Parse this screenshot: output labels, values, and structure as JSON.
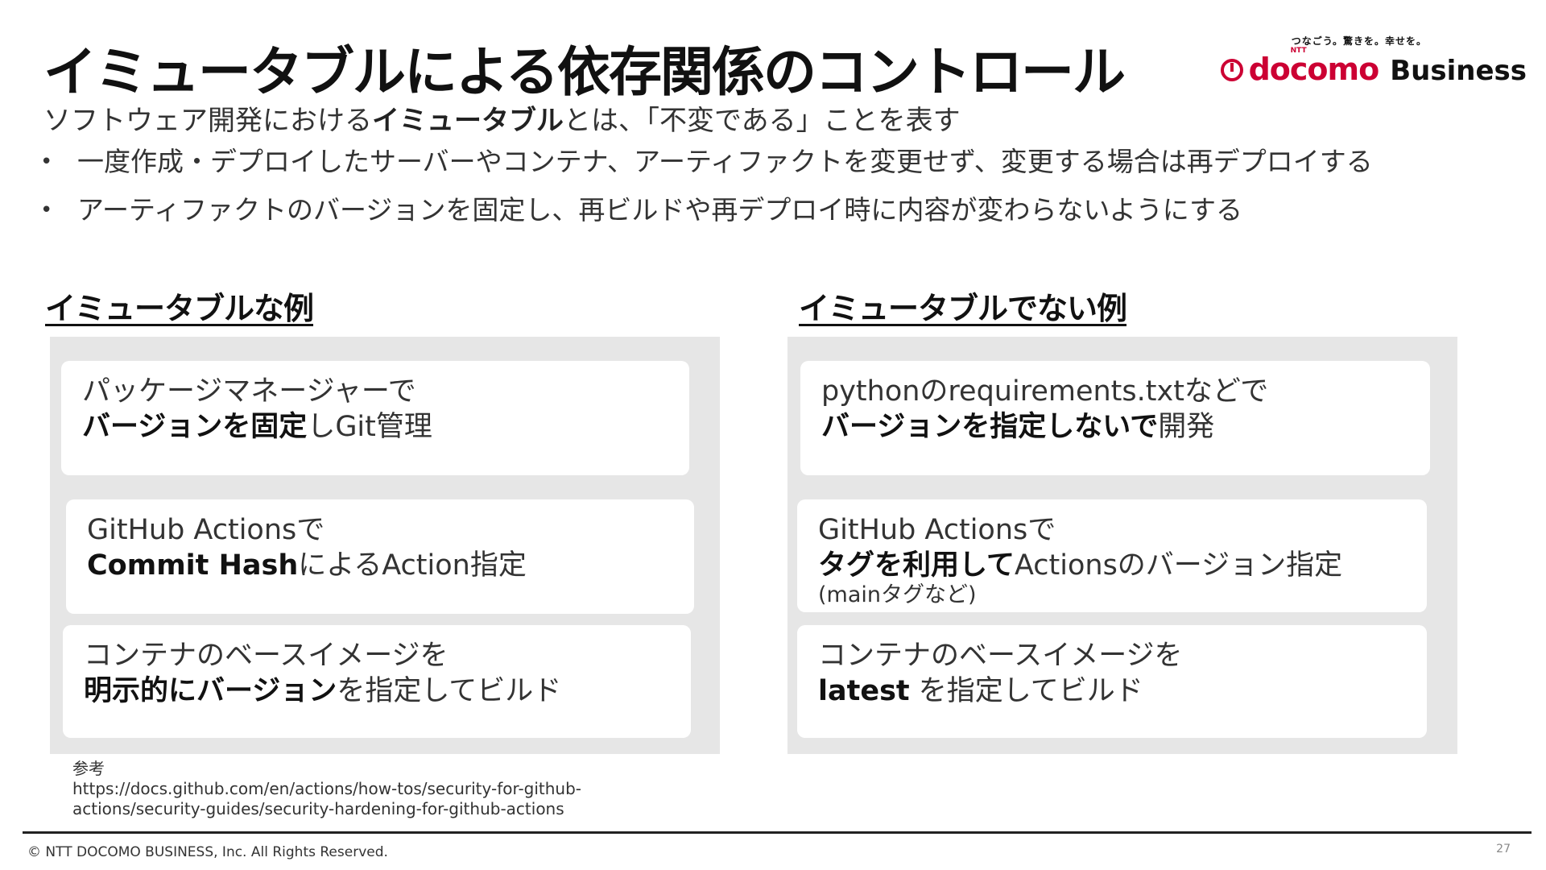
{
  "title": "イミュータブルによる依存関係のコントロール",
  "logo": {
    "tagline": "つなごう。驚きを。幸せを。",
    "ntt": "NTT",
    "brand": "docomo",
    "brand_suffix": "Business",
    "color": "#cc0033"
  },
  "subtitle": {
    "prefix": "ソフトウェア開発における",
    "bold": "イミュータブル",
    "suffix": "とは、「不変である」ことを表す"
  },
  "bullets": [
    "一度作成・デプロイしたサーバーやコンテナ、アーティファクトを変更せず、変更する場合は再デプロイする",
    "アーティファクトのバージョンを固定し、再ビルドや再デプロイ時に内容が変わらないようにする"
  ],
  "left": {
    "heading": "イミュータブルな例",
    "cards": [
      {
        "line1": "パッケージマネージャーで",
        "line2_bold": "バージョンを固定",
        "line2_rest": "しGit管理"
      },
      {
        "line1": "GitHub Actionsで",
        "line2_bold": "Commit Hash",
        "line2_rest": "によるAction指定"
      },
      {
        "line1": "コンテナのベースイメージを",
        "line2_bold": "明示的にバージョン",
        "line2_rest": "を指定してビルド"
      }
    ]
  },
  "right": {
    "heading": "イミュータブルでない例",
    "cards": [
      {
        "line1": "pythonのrequirements.txtなどで",
        "line2_bold": "バージョンを指定しないで",
        "line2_rest": "開発"
      },
      {
        "line1": "GitHub Actionsで",
        "line2_bold": "タグを利用して",
        "line2_rest": "Actionsのバージョン指定",
        "note": "(mainタグなど)"
      },
      {
        "line1": "コンテナのベースイメージを",
        "line2_bold": "latest",
        "line2_rest": " を指定してビルド"
      }
    ]
  },
  "reference": {
    "label": "参考",
    "url_line1": "https://docs.github.com/en/actions/how-tos/security-for-github-",
    "url_line2": "actions/security-guides/security-hardening-for-github-actions"
  },
  "footer": {
    "copyright": "© NTT DOCOMO BUSINESS, Inc. All Rights Reserved.",
    "page": "27"
  }
}
